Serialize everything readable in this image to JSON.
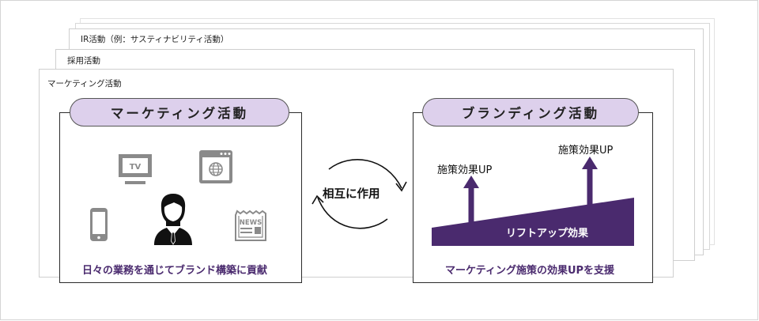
{
  "layers": [
    {
      "label": ""
    },
    {
      "label": ""
    },
    {
      "label": "IR活動（例：サスティナビリティ活動）"
    },
    {
      "label": "採用活動"
    },
    {
      "label": "マーケティング活動"
    }
  ],
  "marketing": {
    "title": "マーケティング活動",
    "caption": "日々の業務を通じてブランド構築に貢献",
    "icons": [
      "tv-icon",
      "browser-globe-icon",
      "smartphone-icon",
      "businessman-icon",
      "newspaper-icon"
    ],
    "tv_text": "TV",
    "news_text": "NEWS"
  },
  "interaction": {
    "label": "相互に作用"
  },
  "branding": {
    "title": "ブランディング活動",
    "up_label_1": "施策効果UP",
    "up_label_2": "施策効果UP",
    "lift_label": "リフトアップ効果",
    "caption": "マーケティング施策の効果UPを支援"
  },
  "colors": {
    "accent_purple": "#4a2a6e",
    "pill_fill": "#ddd0ec",
    "icon_gray": "#8a8a8a"
  }
}
